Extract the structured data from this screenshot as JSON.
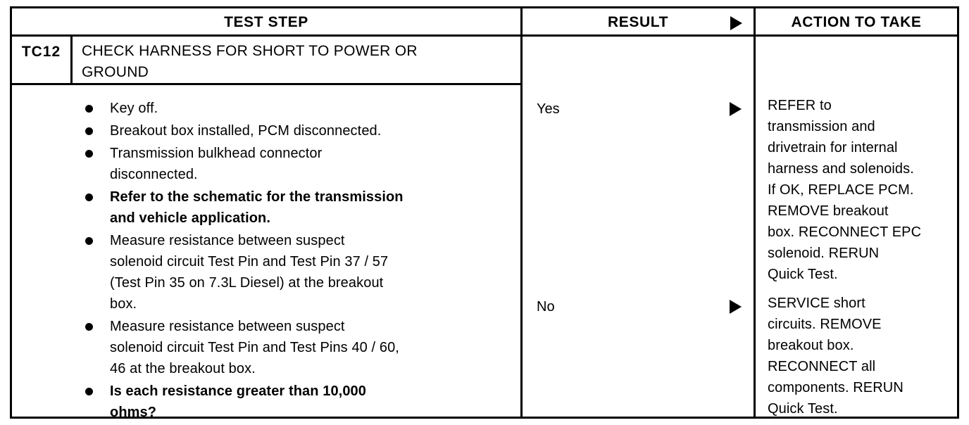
{
  "table": {
    "headers": {
      "test_step": "TEST STEP",
      "result": "RESULT",
      "action": "ACTION TO TAKE",
      "arrow_icon": "right-triangle-icon"
    },
    "test_step": {
      "id": "TC12",
      "title": "CHECK HARNESS FOR SHORT TO POWER OR\nGROUND",
      "bullets": [
        {
          "text": "Key off.",
          "bold": false
        },
        {
          "text": "Breakout box installed, PCM disconnected.",
          "bold": false
        },
        {
          "text": "Transmission bulkhead connector\ndisconnected.",
          "bold": false
        },
        {
          "text": "Refer to the schematic for the transmission\nand vehicle application.",
          "bold": true
        },
        {
          "text": "Measure resistance between suspect\nsolenoid circuit Test Pin and Test Pin 37 / 57\n(Test Pin 35 on 7.3L Diesel) at the breakout\nbox.",
          "bold": false
        },
        {
          "text": "Measure resistance between suspect\nsolenoid circuit Test Pin and Test Pins 40 / 60,\n46 at the breakout box.",
          "bold": false
        },
        {
          "text": "Is each resistance greater than 10,000\nohms?",
          "bold": true
        }
      ]
    },
    "branches": [
      {
        "result": "Yes",
        "arrow_icon": "right-triangle-icon",
        "action": "REFER to\ntransmission  and\ndrivetrain for internal\nharness and solenoids.\nIf OK, REPLACE PCM.\nREMOVE breakout\nbox. RECONNECT EPC\nsolenoid. RERUN\nQuick Test."
      },
      {
        "result": "No",
        "arrow_icon": "right-triangle-icon",
        "action": "SERVICE short\ncircuits. REMOVE\nbreakout box.\nRECONNECT all\ncomponents. RERUN\nQuick Test."
      }
    ]
  }
}
